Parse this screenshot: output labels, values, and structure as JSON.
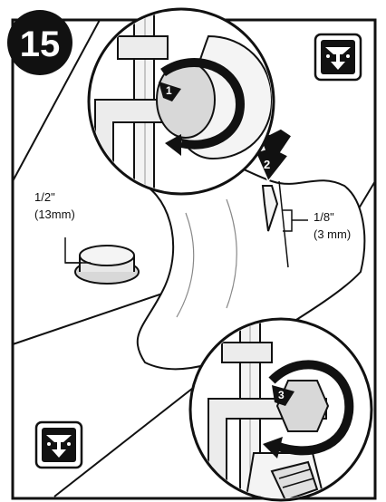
{
  "step": {
    "number": "15"
  },
  "callouts": {
    "one": "1",
    "two": "2",
    "three": "3"
  },
  "measurements": {
    "cap_size_inch": "1/2\"",
    "cap_size_mm": "(13mm)",
    "gap_inch": "1/8\"",
    "gap_mm": "(3 mm)"
  },
  "icons": {
    "top_right": "underside-view-icon",
    "bottom_left": "underside-view-icon"
  },
  "colors": {
    "ink": "#111111",
    "badge": "#111111",
    "fill_light": "#f4f4f4",
    "fill_shade": "#d8d8d8",
    "paper": "#ffffff"
  }
}
